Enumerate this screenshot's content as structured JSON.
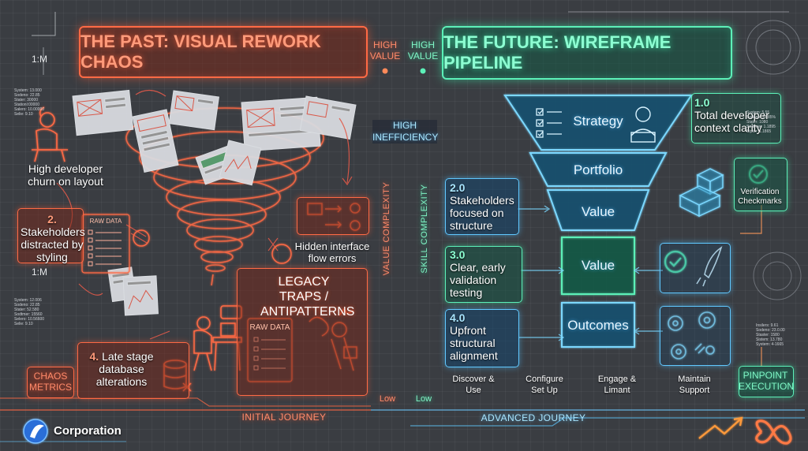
{
  "past": {
    "title": "THE PAST: VISUAL REWORK CHAOS",
    "ratio_top": "1:M",
    "ratio_mid": "1:M",
    "churn": "High developer churn on layout",
    "stakeholders_num": "2.",
    "stakeholders": "Stakeholders distracted by styling",
    "raw_data_1": "RAW DATA",
    "raw_data_2": "RAW DATA",
    "hidden_errors": "Hidden interface flow errors",
    "legacy": "LEGACY TRAPS / ANTIPATTERNS",
    "late_num": "4.",
    "late": "Late stage database alterations",
    "chaos_metrics": "CHAOS METRICS",
    "journey": "INITIAL JOURNEY",
    "stats_top": [
      "System: 13.000",
      "Sodeno: 22.85",
      "Stater: 30000",
      "Stationl:00000",
      "Salero: 10.00000",
      "Selie: 9.10"
    ],
    "stats_bottom": [
      "System: 12.006",
      "Sodeno: 22.85",
      "Stater: 52.580",
      "Sodtmer: 15560",
      "Selero: 10.56600",
      "Selie: 9.10"
    ]
  },
  "axis": {
    "high_value_left": "HIGH VALUE",
    "high_value_right": "HIGH VALUE",
    "high_inefficiency": "HIGH INEFFICIENCY",
    "value_complexity": "VALUE COMPLEXITY",
    "skill_complexity": "SKILL COMPLEXITY",
    "low_left": "Low",
    "low_right": "Low"
  },
  "future": {
    "title": "THE FUTURE: WIREFRAME PIPELINE",
    "funnel": [
      "Strategy",
      "Portfolio",
      "Value",
      "Value",
      "Outcomes"
    ],
    "s1_num": "1.0",
    "s1": "Total developer context clarity",
    "s2_num": "2.0",
    "s2": "Stakeholders focused on structure",
    "s3_num": "3.0",
    "s3": "Clear, early validation testing",
    "s4_num": "4.0",
    "s4": "Upfront structural alignment",
    "verification": "Verification Checkmarks",
    "pinpoint": "PINPOINT EXECUTION",
    "phases": [
      "Discover & Use",
      "Configure Set Up",
      "Engage & Limant",
      "Maintain Support"
    ],
    "journey": "ADVANCED JOURNEY",
    "stats_top": [
      "System: 5.55",
      "Sodeno: 23.85%",
      "Stater: 1080",
      "Sodtmer: 1.1895",
      "Sipter: 1.1865"
    ],
    "stats_bottom": [
      "Insilers: 9.61",
      "Sodeno: 23.0.00",
      "Staster: 1580",
      "Sistem: 13.780",
      "System: 4-1665"
    ]
  },
  "brand": {
    "name": "Corporation"
  },
  "colors": {
    "red": "#ff6a45",
    "green": "#5cf0b8",
    "blue": "#60c8ff",
    "background": "#3a3d42"
  },
  "icons": [
    "tornado-icon",
    "wireframe-doc-icon",
    "developer-icon",
    "checklist-icon",
    "cube-stack-icon",
    "checkmark-icon",
    "rocket-icon",
    "gears-icon",
    "chain-link-icon",
    "database-icon",
    "trend-arrow-icon",
    "infinity-logo-icon"
  ]
}
